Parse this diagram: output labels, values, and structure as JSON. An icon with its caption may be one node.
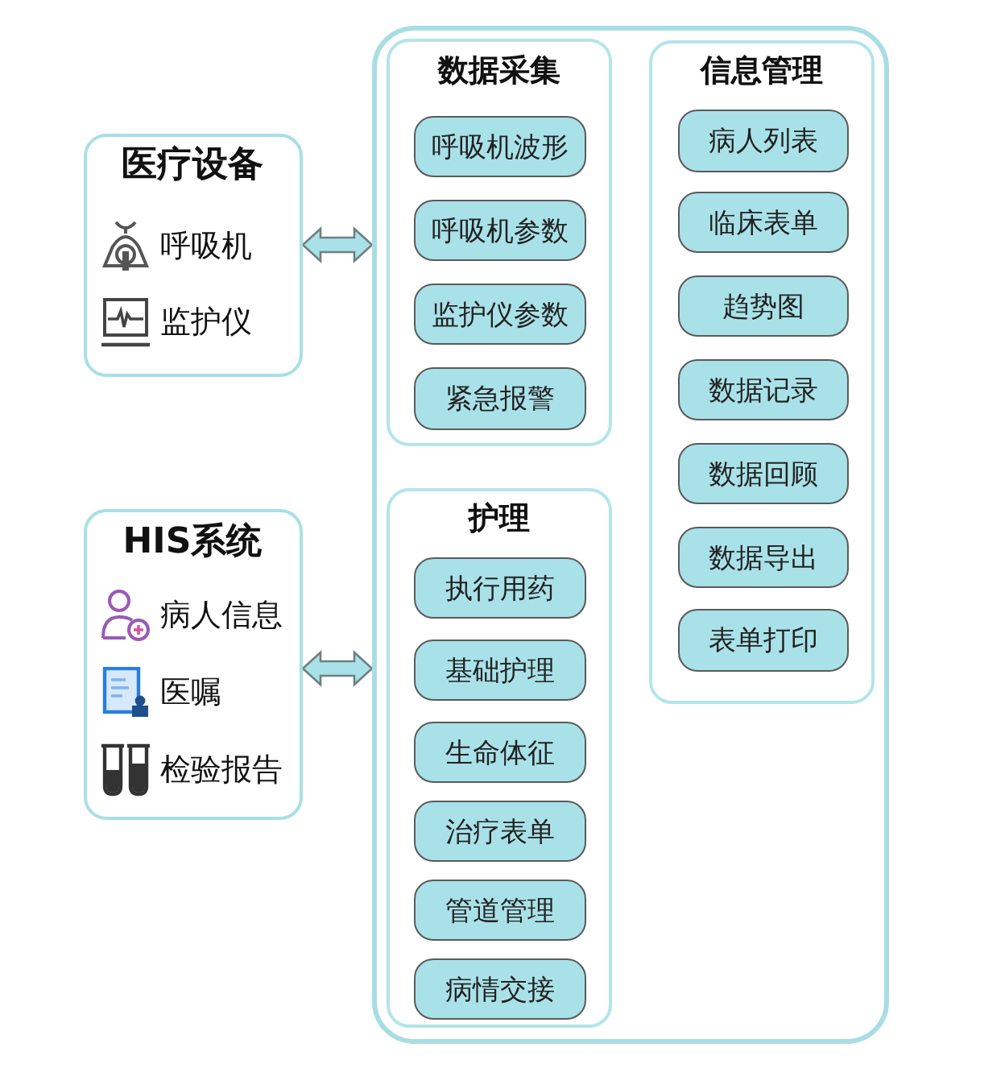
{
  "diagram": {
    "nodes": [
      {
        "text": [
          "医疗设备",
          "呼吸机",
          "监护仪"
        ]
      },
      {
        "text": [
          "HIS系统",
          "病人信息",
          "医嘱",
          "检验报告"
        ]
      },
      {
        "text": [],
        "shape": "box"
      },
      {
        "text": [
          "数据采集"
        ],
        "in": 2
      },
      {
        "text": [
          "呼吸机波形"
        ],
        "in": 3
      },
      {
        "text": [
          "呼吸机参数"
        ],
        "in": 3
      },
      {
        "text": [
          "监护仪参数"
        ],
        "in": 3
      },
      {
        "text": [
          "紧急报警"
        ],
        "in": 3
      },
      {
        "text": [
          "信息管理"
        ],
        "in": 2
      },
      {
        "text": [
          "病人列表"
        ],
        "in": 8
      },
      {
        "text": [
          "临床表单"
        ],
        "in": 8
      },
      {
        "text": [
          "趋势图"
        ],
        "in": 8
      },
      {
        "text": [
          "数据记录"
        ],
        "in": 8
      },
      {
        "text": [
          "数据回顾"
        ],
        "in": 8
      },
      {
        "text": [
          "数据导出"
        ],
        "in": 8
      },
      {
        "text": [
          "表单打印"
        ],
        "in": 8
      },
      {
        "text": [
          "护理"
        ],
        "in": 2
      },
      {
        "text": [
          "执行用药"
        ],
        "in": 16
      },
      {
        "text": [
          "基础护理"
        ],
        "in": 16
      },
      {
        "text": [
          "生命体征"
        ],
        "in": 16
      },
      {
        "text": [
          "治疗表单"
        ],
        "in": 16
      },
      {
        "text": [
          "管道管理"
        ],
        "in": 16
      },
      {
        "text": [
          "病情交接"
        ],
        "in": 16
      }
    ],
    "edges": [
      {
        "from": 0,
        "to": 2,
        "arrow": "both"
      },
      {
        "from": 1,
        "to": 2,
        "arrow": "both"
      }
    ]
  }
}
